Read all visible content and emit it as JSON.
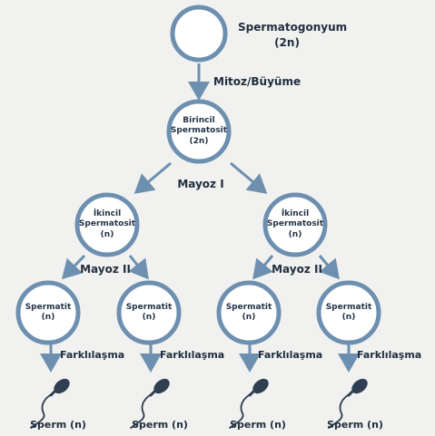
{
  "colors": {
    "ring": "#6d8fb0",
    "ring_fill": "#ffffff",
    "arrow": "#6d8fb0",
    "text": "#1f2d3d",
    "background": "#f1f1ef"
  },
  "stage0": {
    "name": "Spermatogonyum",
    "ploidy": "(2n)"
  },
  "step_mitoz": "Mitoz/Büyüme",
  "stage1": {
    "name1": "Birincil",
    "name2": "Spermatosit",
    "ploidy": "(2n)"
  },
  "step_mayoz1": "Mayoz I",
  "stage2": {
    "name1": "İkincil",
    "name2": "Spermatosit",
    "ploidy": "(n)"
  },
  "step_mayoz2": "Mayoz II",
  "stage3": {
    "name": "Spermatit",
    "ploidy": "(n)"
  },
  "step_farklilasma": "Farklılaşma",
  "stage4": {
    "name": "Sperm (n)"
  }
}
